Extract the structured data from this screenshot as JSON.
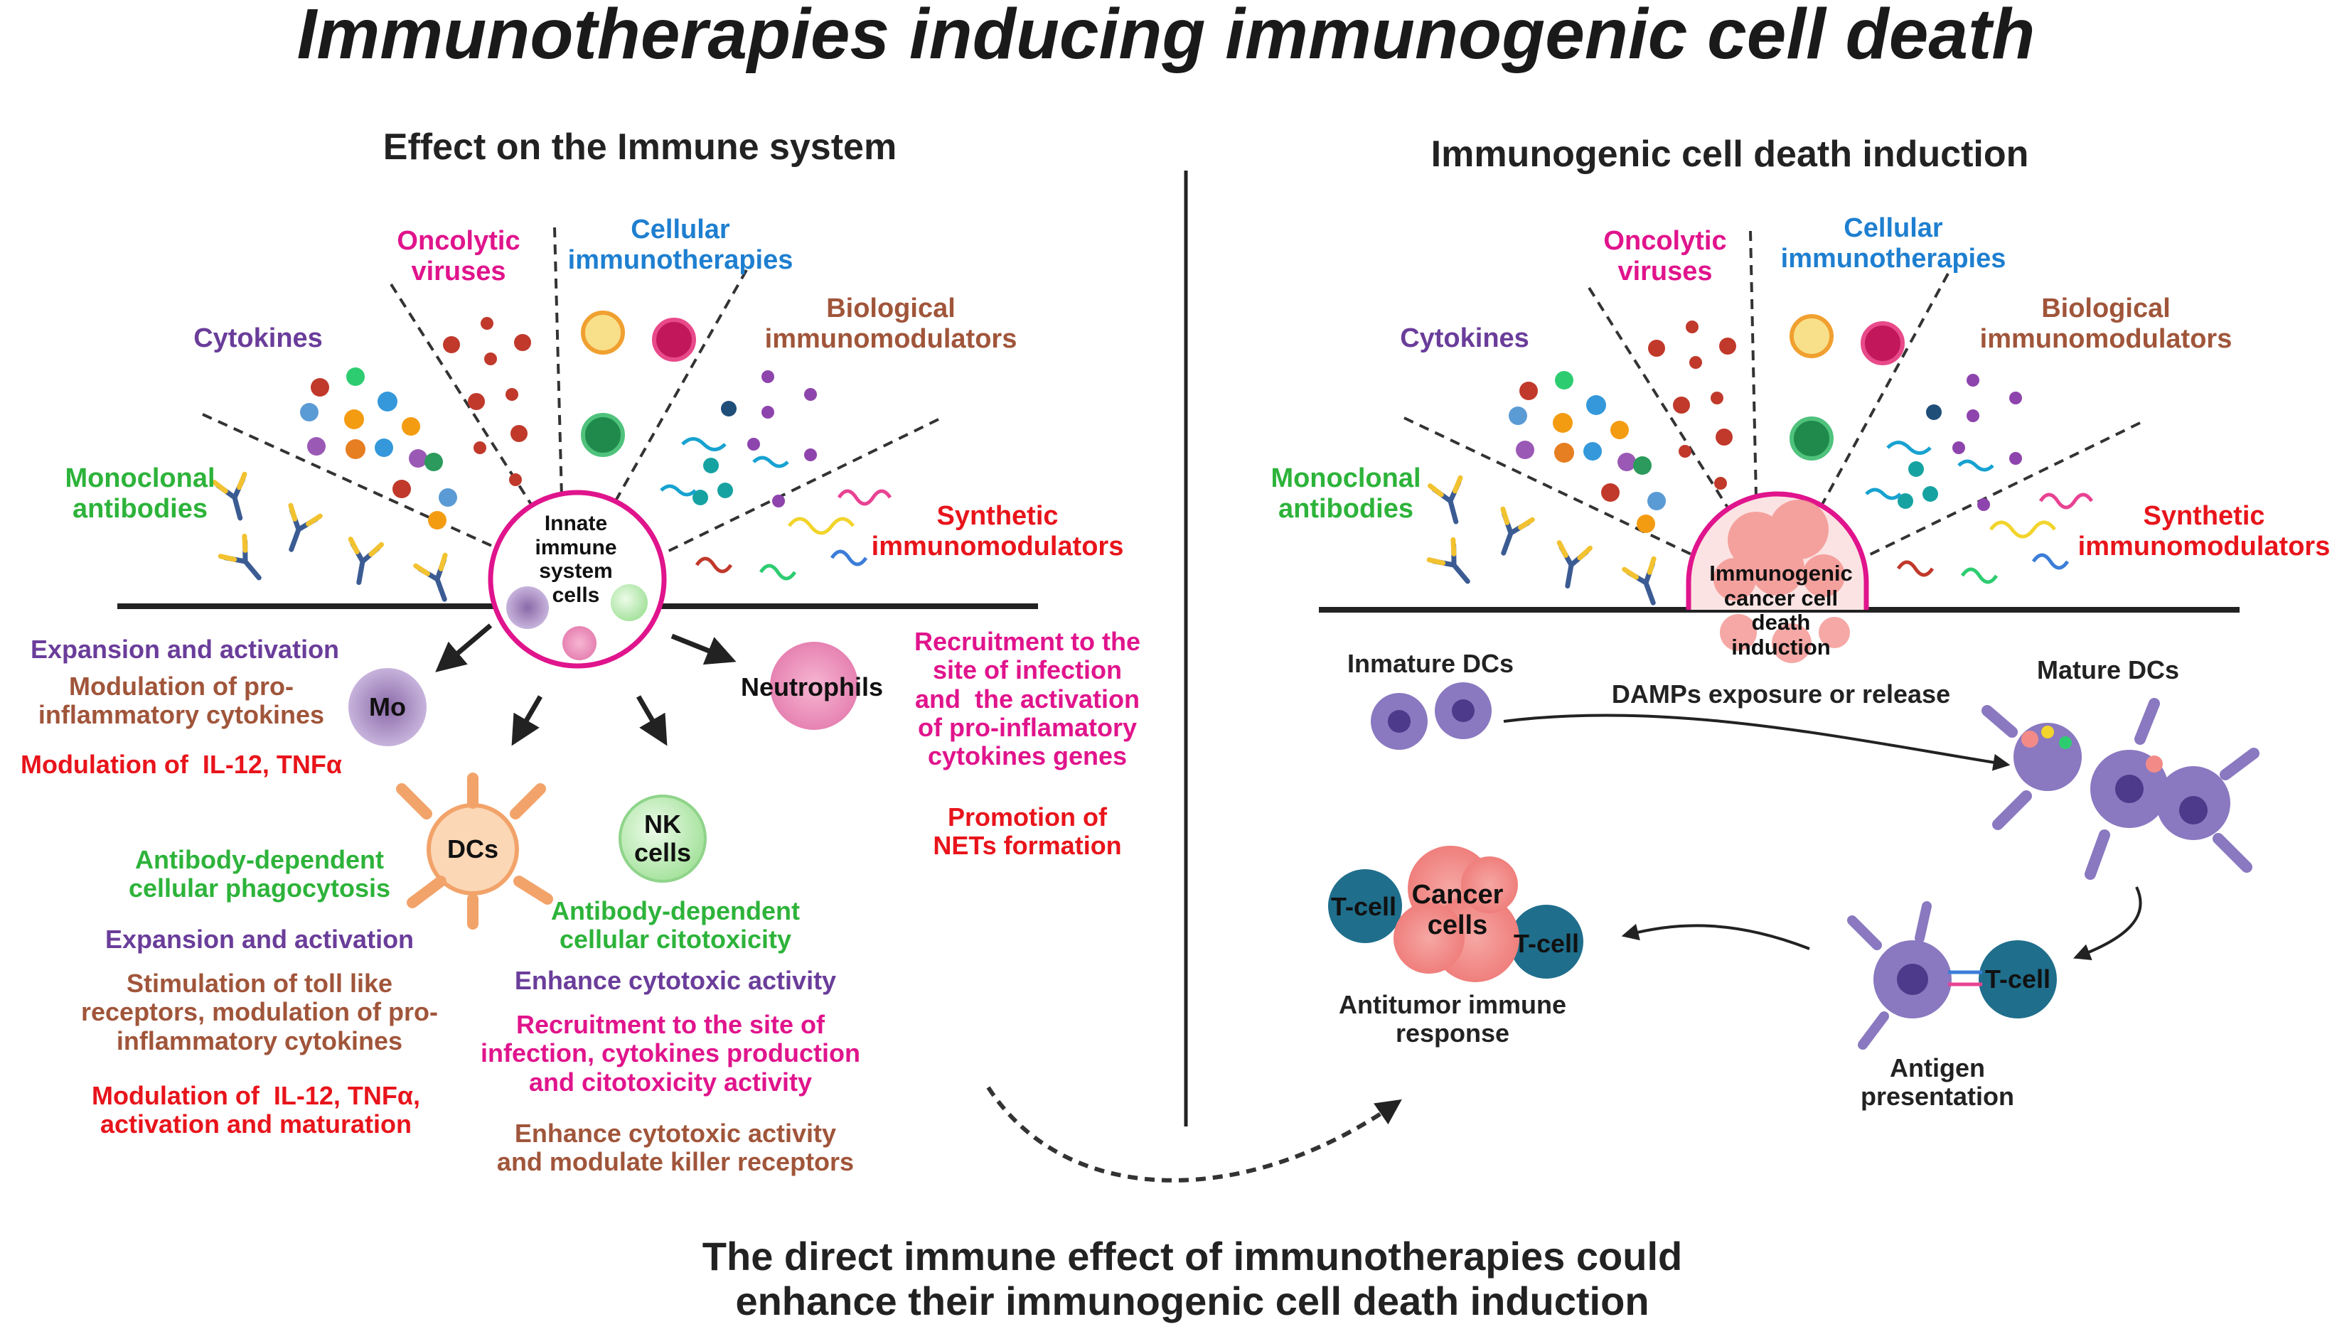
{
  "title": "Immunotherapies inducing immunogenic cell death",
  "left": {
    "heading": "Effect on the Immune system",
    "categories": {
      "monoclonal": "Monoclonal\nantibodies",
      "cytokines": "Cytokines",
      "oncolytic": "Oncolytic\nviruses",
      "cellular": "Cellular\nimmunotherapies",
      "biological": "Biological\nimmunomodulators",
      "synthetic": "Synthetic\nimmunomodulators"
    },
    "center_label": "Innate\nimmune\nsystem\ncells",
    "mo": {
      "label": "Mo",
      "effects": [
        "Expansion and activation",
        "Modulation of pro-\ninflammatory cytokines",
        "Modulation of  IL-12, TNFα"
      ]
    },
    "dcs": {
      "label": "DCs",
      "effects": [
        "Antibody-dependent\ncellular phagocytosis",
        "Expansion and activation",
        "Stimulation of toll like\nreceptors, modulation of pro-\ninflammatory cytokines",
        "Modulation of  IL-12, TNFα,\nactivation and maturation"
      ]
    },
    "nk": {
      "label": "NK\ncells",
      "effects": [
        "Antibody-dependent\ncellular citotoxicity",
        "Enhance cytotoxic activity",
        "Recruitment to the site of\ninfection, cytokines production\nand citotoxicity activity",
        "Enhance cytotoxic activity\nand modulate killer receptors"
      ]
    },
    "neutrophils": {
      "label": "Neutrophils",
      "effects": [
        "Recruitment to the\nsite of infection\nand  the activation\nof pro-inflamatory\ncytokines genes",
        "Promotion of\nNETs formation"
      ]
    }
  },
  "right": {
    "heading": "Immunogenic cell death induction",
    "categories": {
      "monoclonal": "Monoclonal\nantibodies",
      "cytokines": "Cytokines",
      "oncolytic": "Oncolytic\nviruses",
      "cellular": "Cellular\nimmunotherapies",
      "biological": "Biological\nimmunomodulators",
      "synthetic": "Synthetic\nimmunomodulators"
    },
    "center_label": "Immunogenic\ncancer cell\ndeath\ninduction",
    "immature_dcs": "Inmature DCs",
    "damps": "DAMPs exposure or release",
    "mature_dcs": "Mature DCs",
    "cancer_cells": "Cancer\ncells",
    "tcell": "T-cell",
    "antitumor": "Antitumor immune\nresponse",
    "antigen": "Antigen\npresentation"
  },
  "bottom_text": "The direct immune effect of immunotherapies could\nenhance their immunogenic cell death induction",
  "colors": {
    "purple": "#6a3d9a",
    "brown": "#a0553a",
    "red": "#e8141b",
    "green": "#2db33a",
    "magenta": "#e0148c",
    "blue": "#1e7fd0"
  }
}
